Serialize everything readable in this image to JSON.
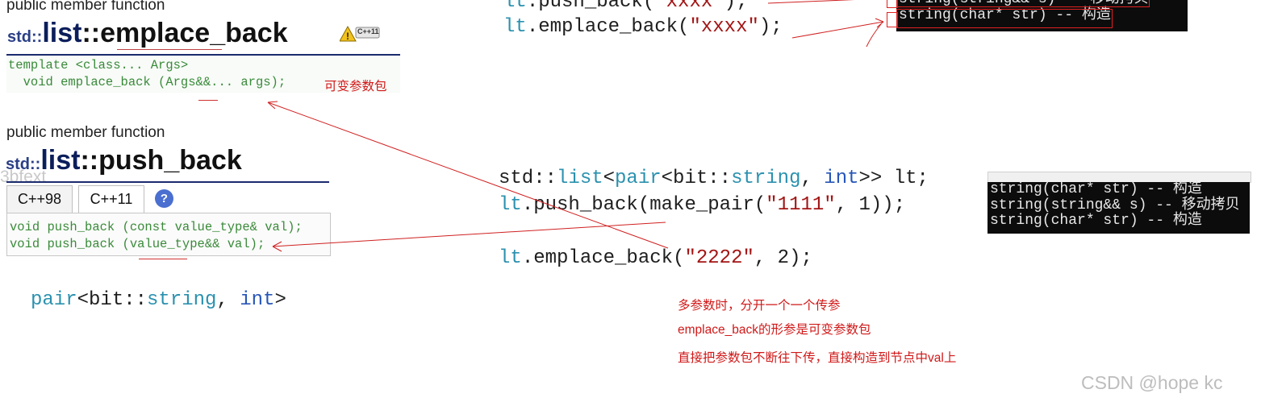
{
  "emplace_doc": {
    "label": "public member function",
    "ns": "std::",
    "cls": "list",
    "sep": "::",
    "method": "emplace_back",
    "badge": "C++11",
    "proto_line1": "template <class... Args>",
    "proto_line2": "  void emplace_back (Args&&... args);",
    "annotation": "可变参数包"
  },
  "push_doc": {
    "label": "public member function",
    "ns": "std::",
    "cls": "list",
    "sep": "::",
    "method": "push_back",
    "watermark": "3bfext",
    "tabs": [
      "C++98",
      "C++11"
    ],
    "help_icon_text": "?",
    "proto_line1": "void push_back (const value_type& val);",
    "proto_line2": "void push_back (value_type&& val);"
  },
  "pair_snippet": {
    "kw": "pair",
    "rest1": "<bit::",
    "type": "string",
    "rest2": ", ",
    "kw2": "int",
    "rest3": ">"
  },
  "top_code": {
    "line1_obj": "lt",
    "line1_method": ".push_back(",
    "line1_str": "\"xxxx\"",
    "line1_end": ");",
    "line2_obj": "lt",
    "line2_method": ".emplace_back(",
    "line2_str": "\"xxxx\"",
    "line2_end": ");"
  },
  "top_console": {
    "line1": "string(string&& s) -- 移动拷贝",
    "line2": "string(char* str) -- 构造"
  },
  "mid_code": {
    "decl_ns": "std::",
    "decl_list": "list",
    "decl_lt": "<",
    "decl_pair": "pair",
    "decl_rest": "<bit::",
    "decl_string": "string",
    "decl_comma": ", ",
    "decl_int": "int",
    "decl_end": ">> lt;",
    "push_obj": "lt",
    "push_call": ".push_back(make_pair(",
    "push_str": "\"1111\"",
    "push_end": ", 1));",
    "emp_obj": "lt",
    "emp_call": ".emplace_back(",
    "emp_str": "\"2222\"",
    "emp_end": ", 2);"
  },
  "mid_console": {
    "line1": "string(char* str) -- 构造",
    "line2": "string(string&& s) -- 移动拷贝",
    "line3": "string(char* str) -- 构造"
  },
  "notes": {
    "n1": "多参数时，分开一个一个传参",
    "n2": "emplace_back的形参是可变参数包",
    "n3": "直接把参数包不断往下传，直接构造到节点中val上"
  },
  "footer": {
    "credit": "CSDN @hope kc"
  },
  "colors": {
    "annotation_red": "#d01818",
    "doc_navy": "#1b2b6e",
    "proto_green": "#3a8a3a"
  }
}
